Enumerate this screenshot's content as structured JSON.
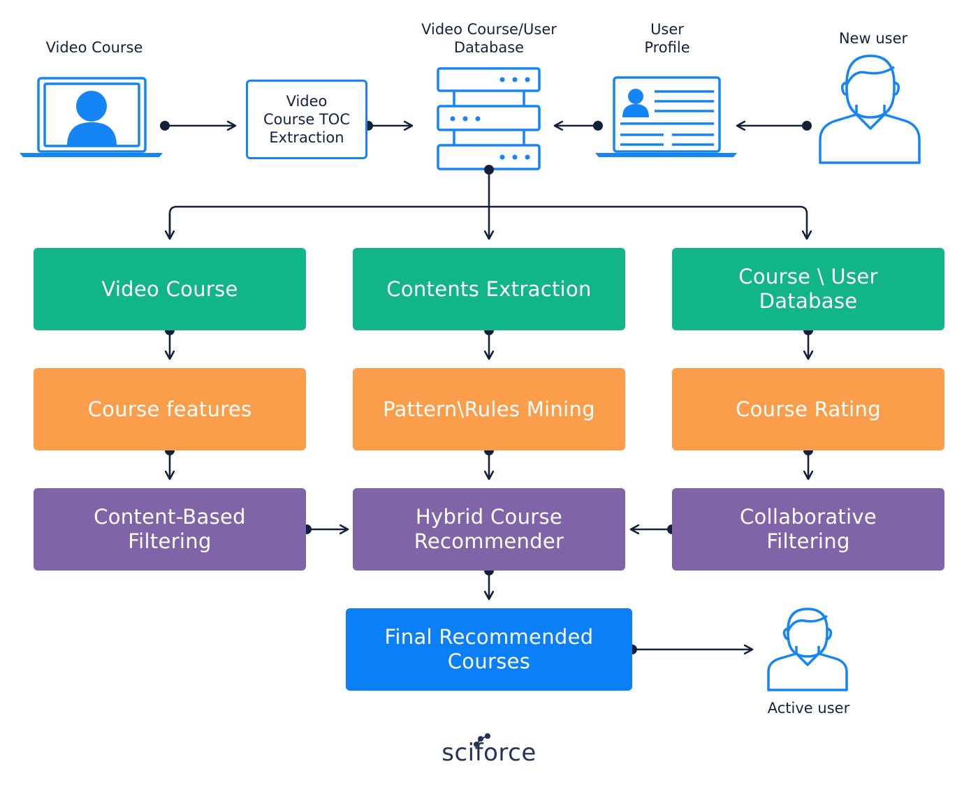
{
  "colors": {
    "line": "#14213d",
    "icon_blue": "#1585f5",
    "green": "#12b589",
    "orange": "#fa9e4b",
    "purple": "#8164a8",
    "blue": "#0a7ff7"
  },
  "top": {
    "video_course_label": "Video Course",
    "toc_label": "Video\nCourse TOC\nExtraction",
    "database_label": "Video Course/User\nDatabase",
    "user_profile_label": "User\nProfile",
    "new_user_label": "New user"
  },
  "boxes": {
    "video_course": "Video Course",
    "contents_extraction": "Contents Extraction",
    "course_user_database": "Course \\ User\nDatabase",
    "course_features": "Course features",
    "pattern_rules": "Pattern\\Rules Mining",
    "course_rating": "Course Rating",
    "content_based": "Content-Based\nFiltering",
    "hybrid": "Hybrid Course\nRecommender",
    "collaborative": "Collaborative\nFiltering",
    "final": "Final Recommended\nCourses"
  },
  "active_user_label": "Active user",
  "brand": "sciforce",
  "icons": [
    "laptop-video-icon",
    "database-server-icon",
    "user-profile-laptop-icon",
    "user-icon"
  ]
}
